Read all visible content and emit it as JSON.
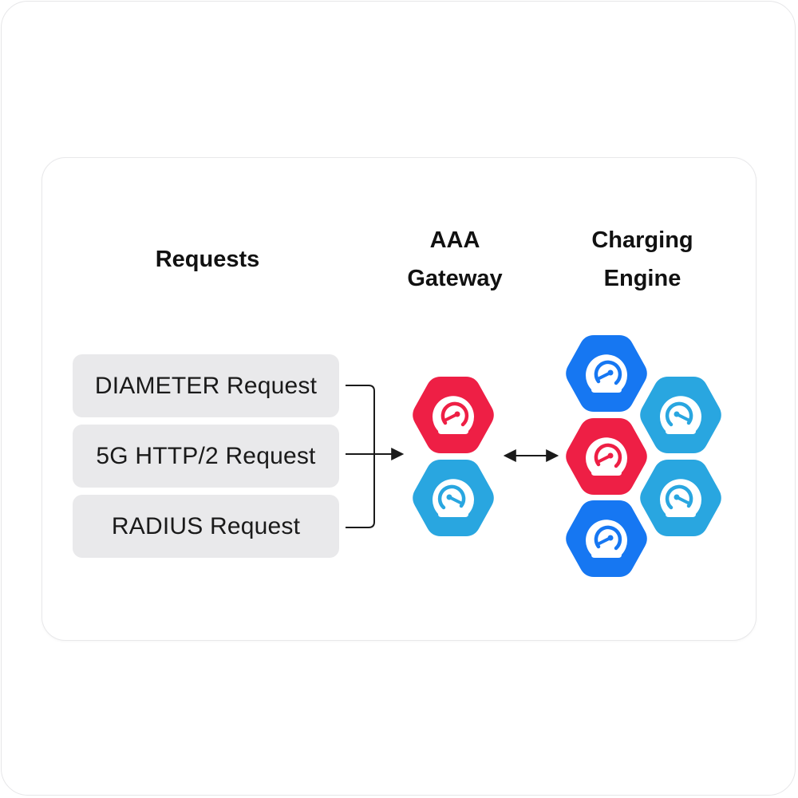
{
  "headings": {
    "requests": "Requests",
    "aaa_gateway": "AAA\nGateway",
    "charging_engine": "Charging\nEngine"
  },
  "requests": [
    {
      "label": "DIAMETER Request"
    },
    {
      "label": "5G HTTP/2 Request"
    },
    {
      "label": "RADIUS Request"
    }
  ],
  "colors": {
    "red": "#EE1F45",
    "blue": "#1677F2",
    "light_blue": "#29A6E0",
    "line": "#1a1a1a"
  },
  "aaa_gateway_nodes": [
    {
      "color": "red",
      "icon": "gauge-icon",
      "mirrored": false
    },
    {
      "color": "light_blue",
      "icon": "gauge-icon",
      "mirrored": true
    }
  ],
  "charging_engine_nodes": [
    {
      "color": "blue",
      "icon": "gauge-icon",
      "mirrored": false
    },
    {
      "color": "light_blue",
      "icon": "gauge-icon",
      "mirrored": true
    },
    {
      "color": "red",
      "icon": "gauge-icon",
      "mirrored": false
    },
    {
      "color": "light_blue",
      "icon": "gauge-icon",
      "mirrored": true
    },
    {
      "color": "blue",
      "icon": "gauge-icon",
      "mirrored": false
    }
  ],
  "connections": [
    {
      "from": "requests",
      "to": "aaa_gateway",
      "type": "merge-arrow"
    },
    {
      "from": "aaa_gateway",
      "to": "charging_engine",
      "type": "bidirectional-arrow"
    }
  ]
}
